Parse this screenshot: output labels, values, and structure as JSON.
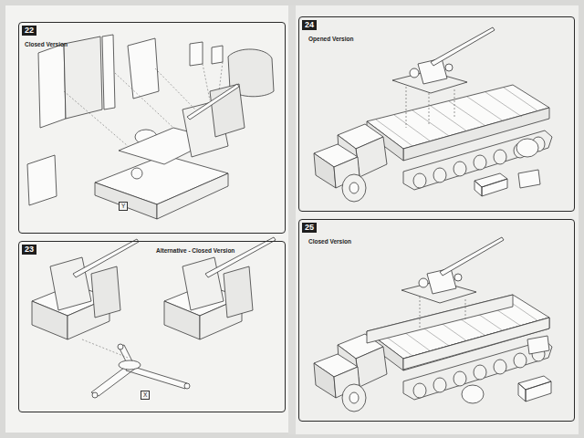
{
  "diagram": {
    "nodes": [
      {
        "text": [
          "22",
          "Closed Version"
        ]
      },
      {
        "text": [
          "23",
          "Alternative - Closed Version"
        ]
      },
      {
        "text": [
          "24",
          "Opened Version"
        ]
      },
      {
        "text": [
          "25",
          "Closed Version"
        ]
      }
    ],
    "labels": [
      "Y",
      "X"
    ]
  }
}
